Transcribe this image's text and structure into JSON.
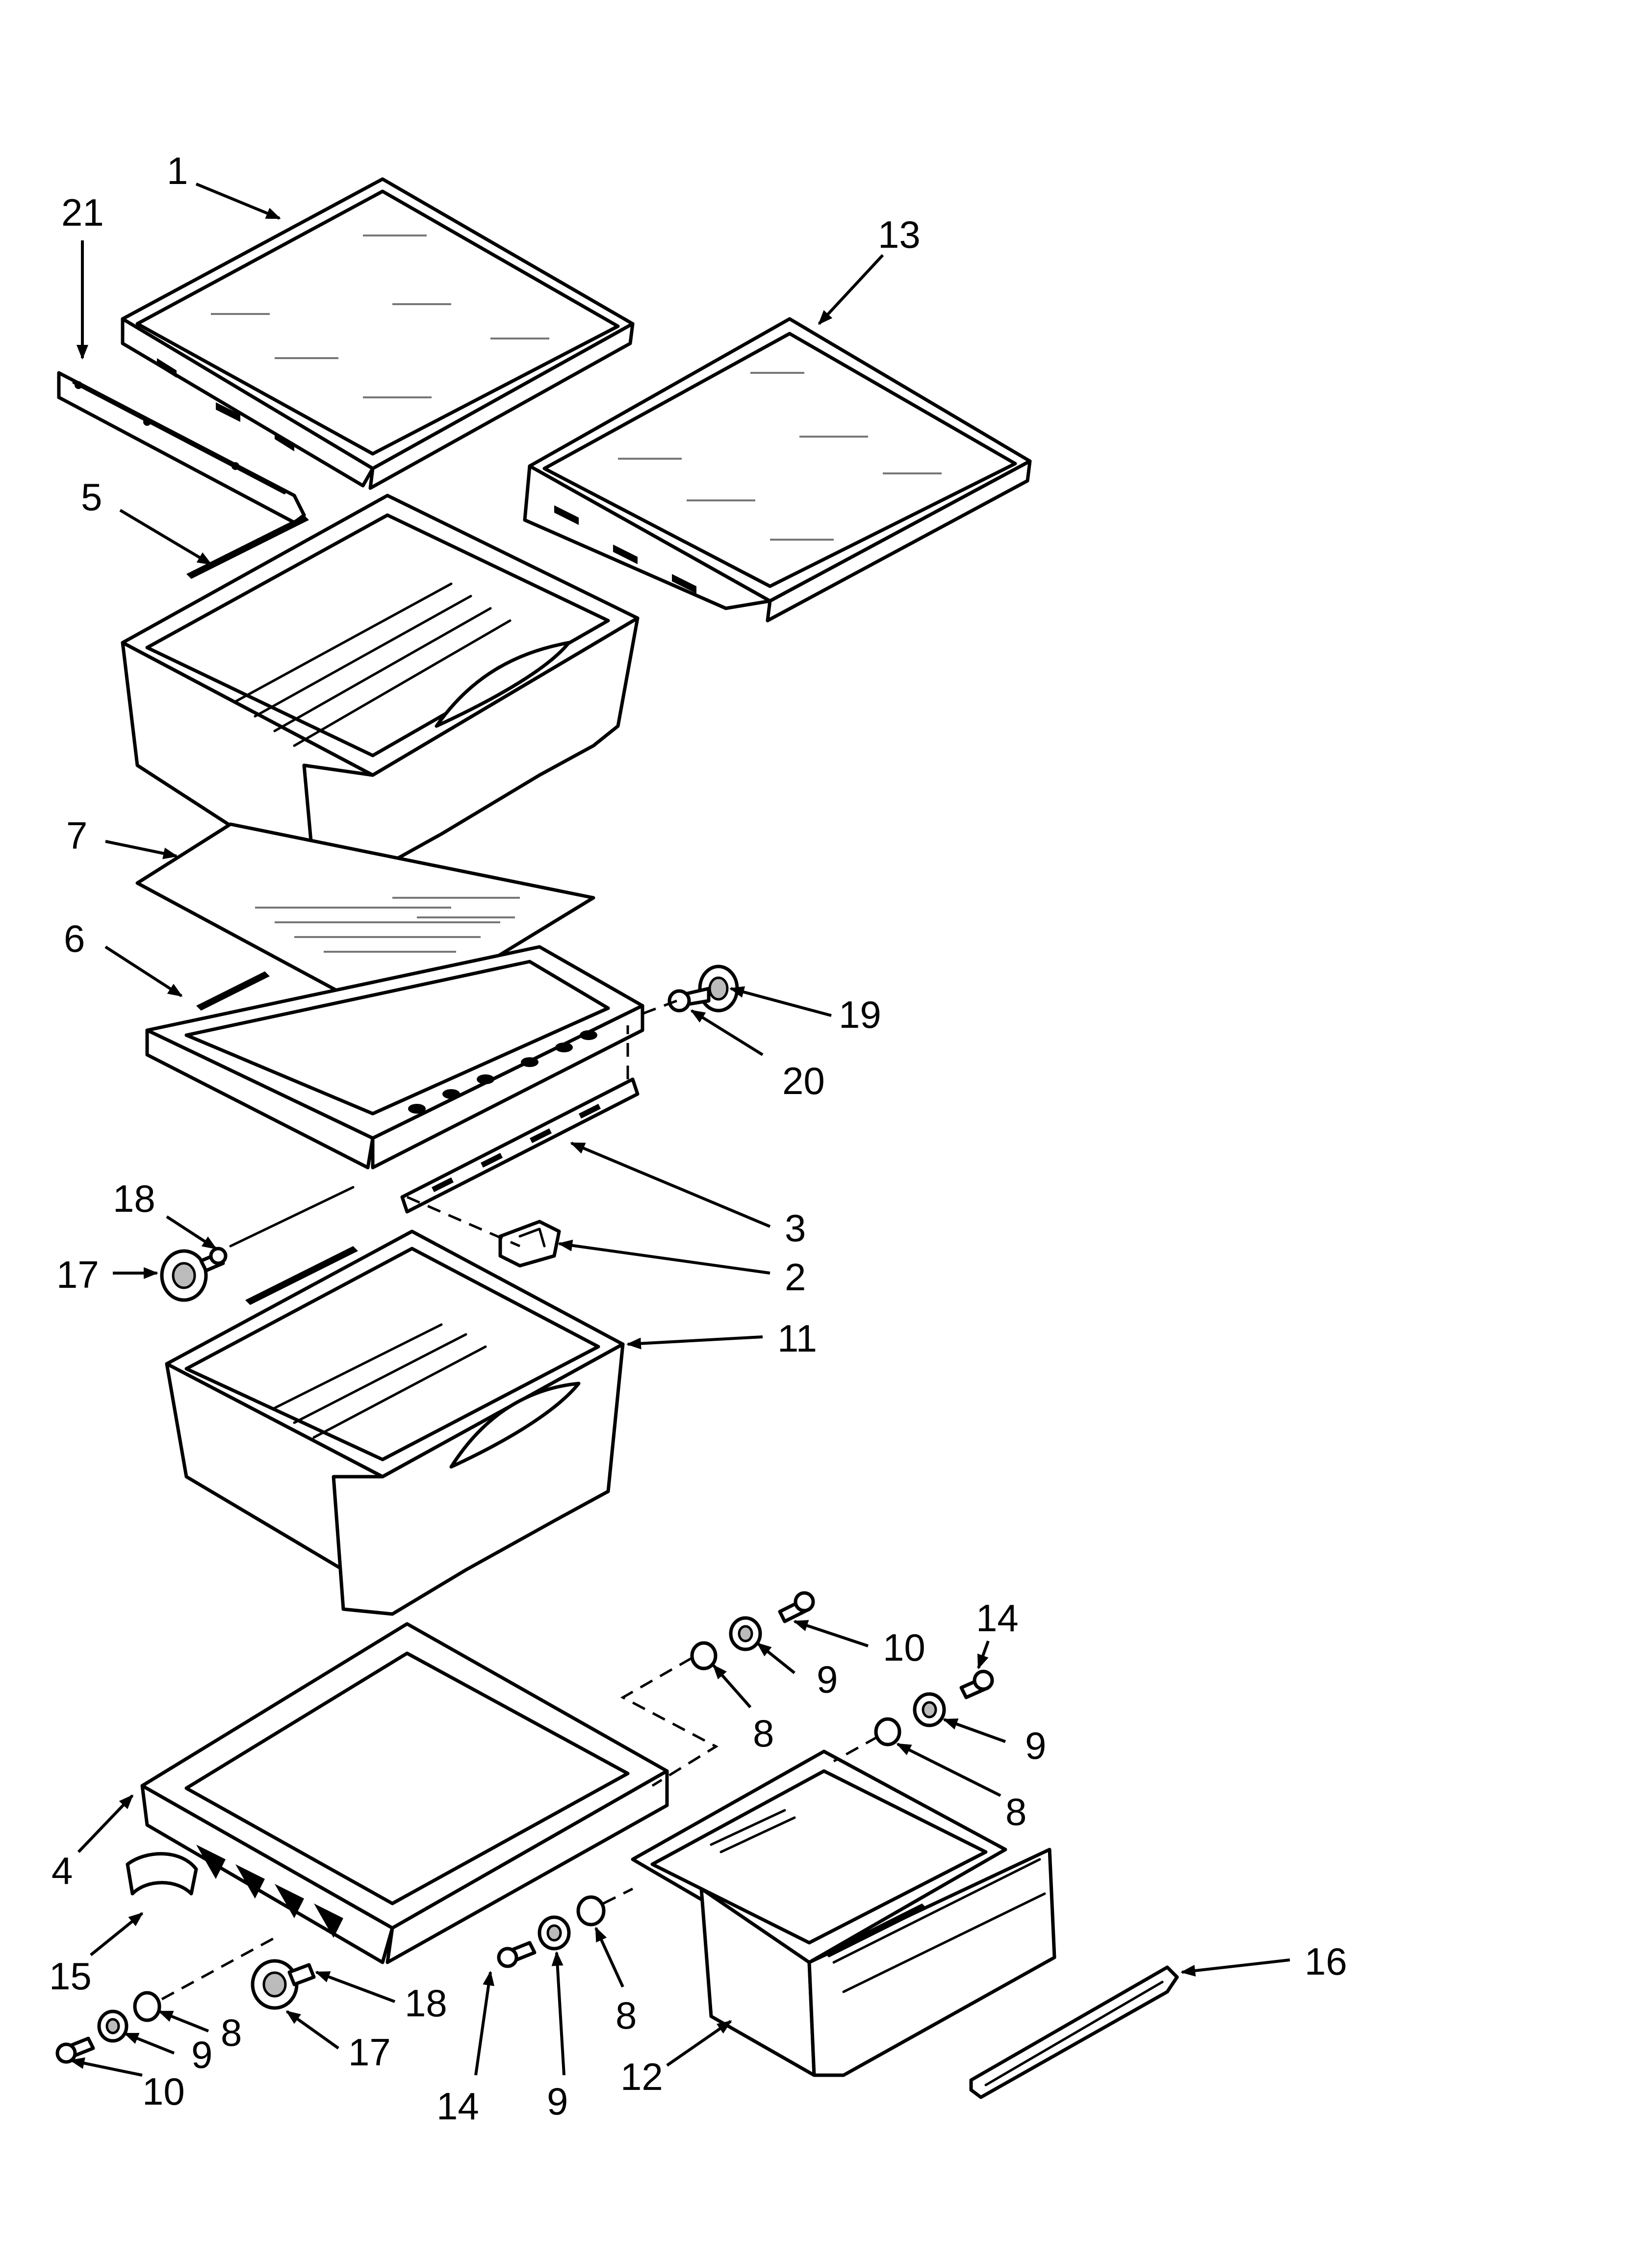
{
  "diagram": {
    "callouts": [
      {
        "id": "c1",
        "label": "1"
      },
      {
        "id": "c21",
        "label": "21"
      },
      {
        "id": "c13",
        "label": "13"
      },
      {
        "id": "c5",
        "label": "5"
      },
      {
        "id": "c7",
        "label": "7"
      },
      {
        "id": "c6",
        "label": "6"
      },
      {
        "id": "c19",
        "label": "19"
      },
      {
        "id": "c20",
        "label": "20"
      },
      {
        "id": "c3",
        "label": "3"
      },
      {
        "id": "c18a",
        "label": "18"
      },
      {
        "id": "c17a",
        "label": "17"
      },
      {
        "id": "c2",
        "label": "2"
      },
      {
        "id": "c11",
        "label": "11"
      },
      {
        "id": "c10a",
        "label": "10"
      },
      {
        "id": "c14a",
        "label": "14"
      },
      {
        "id": "c9a",
        "label": "9"
      },
      {
        "id": "c8a",
        "label": "8"
      },
      {
        "id": "c9b",
        "label": "9"
      },
      {
        "id": "c8b",
        "label": "8"
      },
      {
        "id": "c4",
        "label": "4"
      },
      {
        "id": "c15",
        "label": "15"
      },
      {
        "id": "c16",
        "label": "16"
      },
      {
        "id": "c18b",
        "label": "18"
      },
      {
        "id": "c8c",
        "label": "8"
      },
      {
        "id": "c9c",
        "label": "9"
      },
      {
        "id": "c17b",
        "label": "17"
      },
      {
        "id": "c14b",
        "label": "14"
      },
      {
        "id": "c9d",
        "label": "9"
      },
      {
        "id": "c8d",
        "label": "8"
      },
      {
        "id": "c12",
        "label": "12"
      },
      {
        "id": "c10b",
        "label": "10"
      }
    ]
  }
}
